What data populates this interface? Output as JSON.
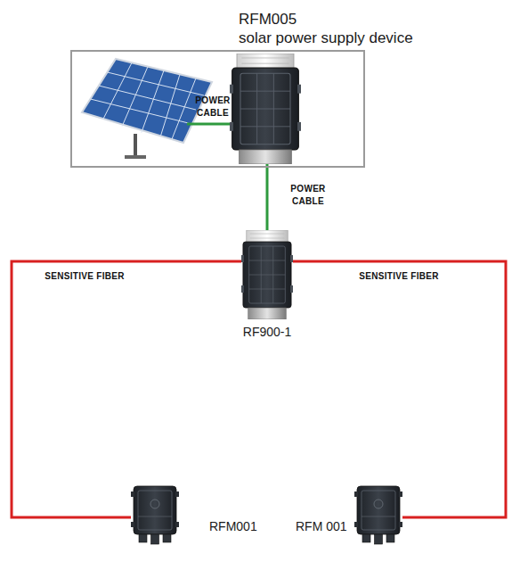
{
  "diagram": {
    "nodes": [
      {
        "text": [
          "RFM005",
          "solar power supply device"
        ]
      },
      {
        "text": [
          "RF900-1"
        ]
      },
      {
        "text": [
          "RFM001"
        ]
      },
      {
        "text": [
          "RFM 001"
        ]
      }
    ],
    "edges": [
      {
        "from": 0,
        "to": 1,
        "arrow": "none",
        "label": "POWER CABLE"
      },
      {
        "from": 1,
        "to": 2,
        "arrow": "none",
        "label": "SENSITIVE FIBER"
      },
      {
        "from": 1,
        "to": 3,
        "arrow": "none",
        "label": "SENSITIVE FIBER"
      }
    ],
    "labels": [
      "POWER CABLE"
    ]
  }
}
